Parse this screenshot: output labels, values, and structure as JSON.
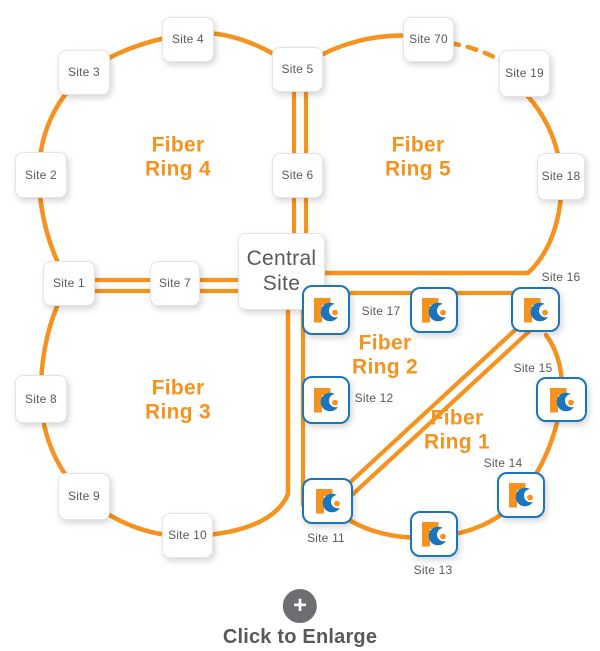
{
  "diagram_title": "Fiber ring network diagram",
  "colors": {
    "orange": "#F6921E",
    "blue": "#1B75BC",
    "text": "#58595B",
    "button_gray": "#6D6E71",
    "box_border": "#E4E4E4"
  },
  "nodes": [
    {
      "id": "site1",
      "label": "Site 1",
      "kind": "plain"
    },
    {
      "id": "site2",
      "label": "Site 2",
      "kind": "plain"
    },
    {
      "id": "site3",
      "label": "Site 3",
      "kind": "plain"
    },
    {
      "id": "site4",
      "label": "Site 4",
      "kind": "plain"
    },
    {
      "id": "site5",
      "label": "Site 5",
      "kind": "plain"
    },
    {
      "id": "site6",
      "label": "Site 6",
      "kind": "plain"
    },
    {
      "id": "site7",
      "label": "Site 7",
      "kind": "plain"
    },
    {
      "id": "site8",
      "label": "Site 8",
      "kind": "plain"
    },
    {
      "id": "site9",
      "label": "Site 9",
      "kind": "plain"
    },
    {
      "id": "site10",
      "label": "Site 10",
      "kind": "plain"
    },
    {
      "id": "site70",
      "label": "Site 70",
      "kind": "plain"
    },
    {
      "id": "site19",
      "label": "Site 19",
      "kind": "plain"
    },
    {
      "id": "site18",
      "label": "Site 18",
      "kind": "plain"
    },
    {
      "id": "central",
      "label": "Central\nSite",
      "kind": "central"
    },
    {
      "id": "central-badge",
      "label": "",
      "kind": "logo"
    },
    {
      "id": "site17",
      "label": "Site 17",
      "kind": "logo"
    },
    {
      "id": "site16",
      "label": "Site 16",
      "kind": "logo"
    },
    {
      "id": "site12",
      "label": "Site 12",
      "kind": "logo"
    },
    {
      "id": "site11",
      "label": "Site 11",
      "kind": "logo"
    },
    {
      "id": "site13",
      "label": "Site 13",
      "kind": "logo"
    },
    {
      "id": "site14",
      "label": "Site 14",
      "kind": "logo"
    },
    {
      "id": "site15",
      "label": "Site 15",
      "kind": "logo"
    }
  ],
  "rings": [
    {
      "id": "ring4",
      "line1": "Fiber",
      "line2": "Ring 4"
    },
    {
      "id": "ring5",
      "line1": "Fiber",
      "line2": "Ring 5"
    },
    {
      "id": "ring3",
      "line1": "Fiber",
      "line2": "Ring 3"
    },
    {
      "id": "ring2",
      "line1": "Fiber",
      "line2": "Ring 2"
    },
    {
      "id": "ring1",
      "line1": "Fiber",
      "line2": "Ring 1"
    }
  ],
  "icons": {
    "logo": "company-logo-icon",
    "plus_glyph": "+"
  },
  "enlarge": {
    "label": "Click to Enlarge"
  }
}
